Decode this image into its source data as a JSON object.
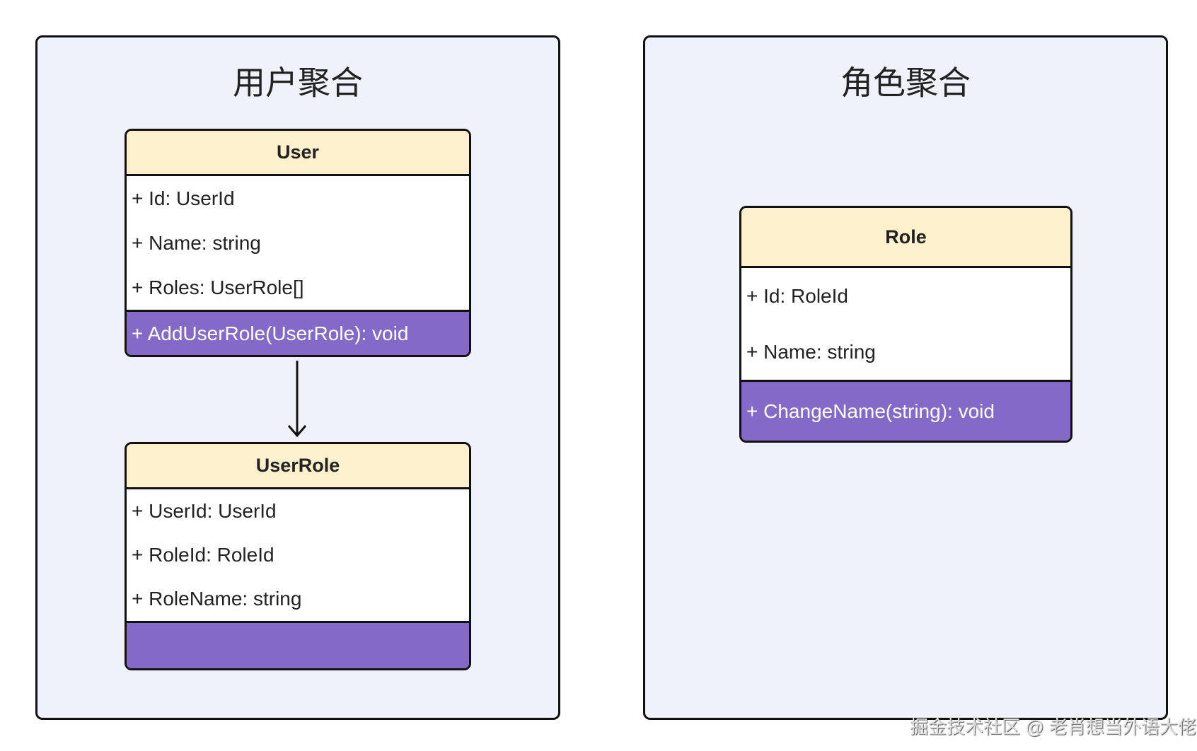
{
  "aggregates": [
    {
      "title": "用户聚合"
    },
    {
      "title": "角色聚合"
    }
  ],
  "classes": {
    "user": {
      "name": "User",
      "attributes": [
        "+ Id: UserId",
        "+ Name: string",
        "+ Roles: UserRole[]"
      ],
      "methods": [
        "+ AddUserRole(UserRole): void"
      ]
    },
    "userrole": {
      "name": "UserRole",
      "attributes": [
        "+ UserId: UserId",
        "+ RoleId: RoleId",
        "+ RoleName: string"
      ],
      "methods": []
    },
    "role": {
      "name": "Role",
      "attributes": [
        "+ Id: RoleId",
        "+ Name: string"
      ],
      "methods": [
        "+ ChangeName(string): void"
      ]
    }
  },
  "colors": {
    "header": "#fdf0cc",
    "method": "#8469c9",
    "container": "#eff2fb"
  },
  "watermark": "掘金技术社区 @ 老肖想当外语大佬"
}
